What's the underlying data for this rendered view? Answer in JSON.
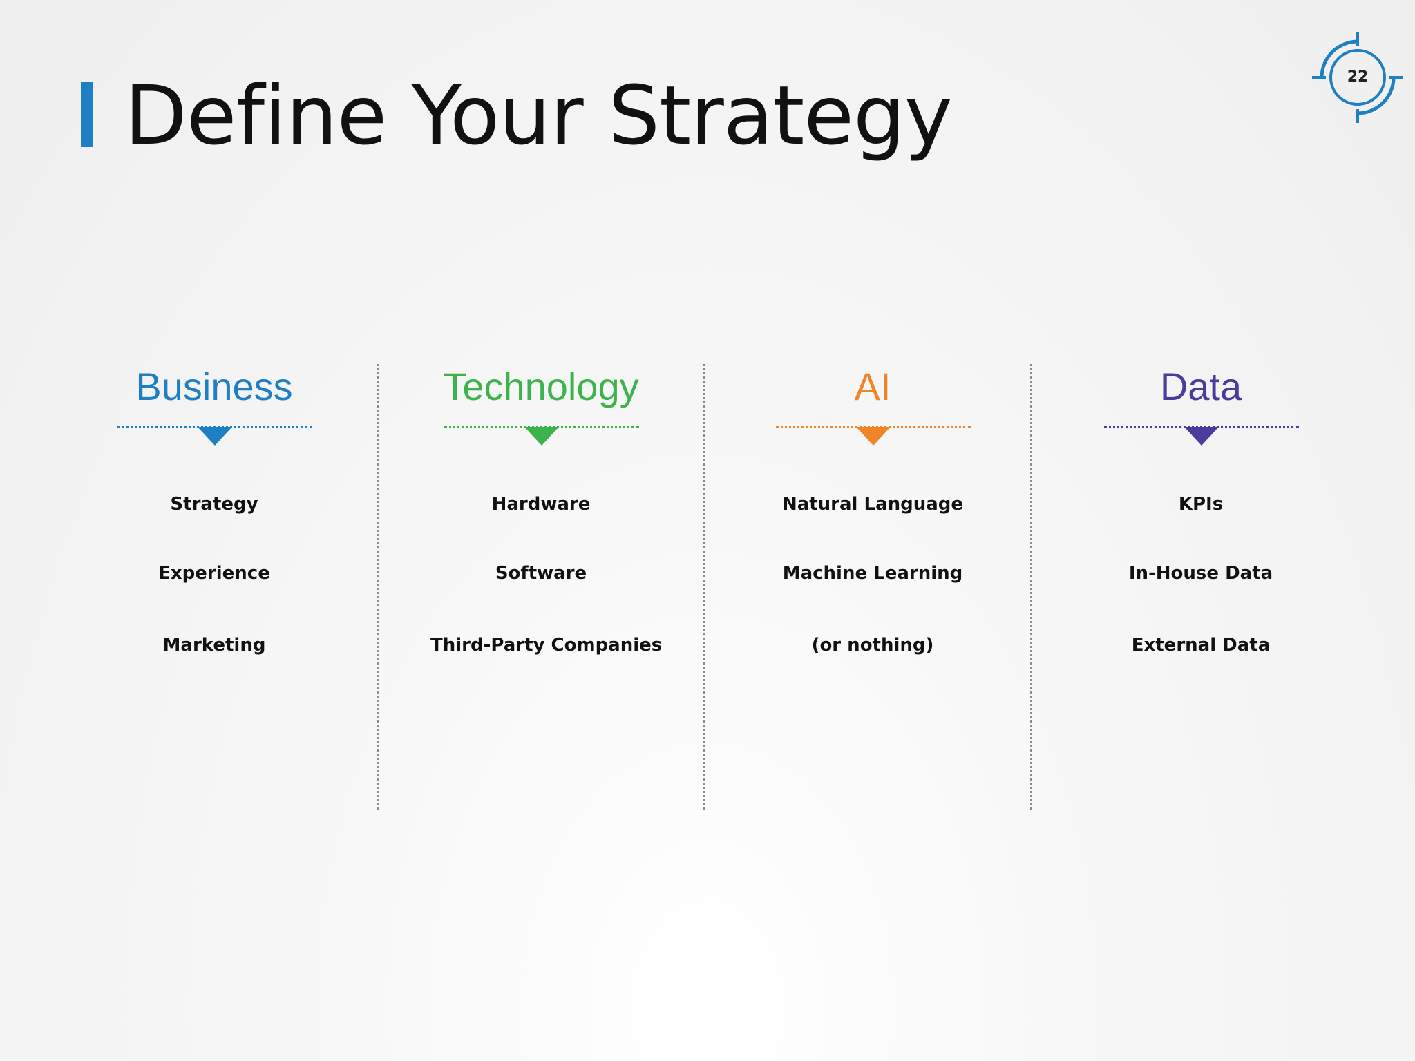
{
  "slide": {
    "title": "Define Your Strategy",
    "page_number": "22",
    "accent_color": "#1f7fc3"
  },
  "columns": [
    {
      "heading": "Business",
      "color": "#1f7fc3",
      "items": [
        "Strategy",
        "Experience",
        "Marketing"
      ]
    },
    {
      "heading": "Technology",
      "color": "#3cb44b",
      "items": [
        "Hardware",
        "Software",
        "Third-Party Companies"
      ]
    },
    {
      "heading": "AI",
      "color": "#f08428",
      "items": [
        "Natural Language",
        "Machine Learning",
        "(or nothing)"
      ]
    },
    {
      "heading": "Data",
      "color": "#4b3b9c",
      "items": [
        "KPIs",
        "In-House Data",
        "External Data"
      ]
    }
  ]
}
